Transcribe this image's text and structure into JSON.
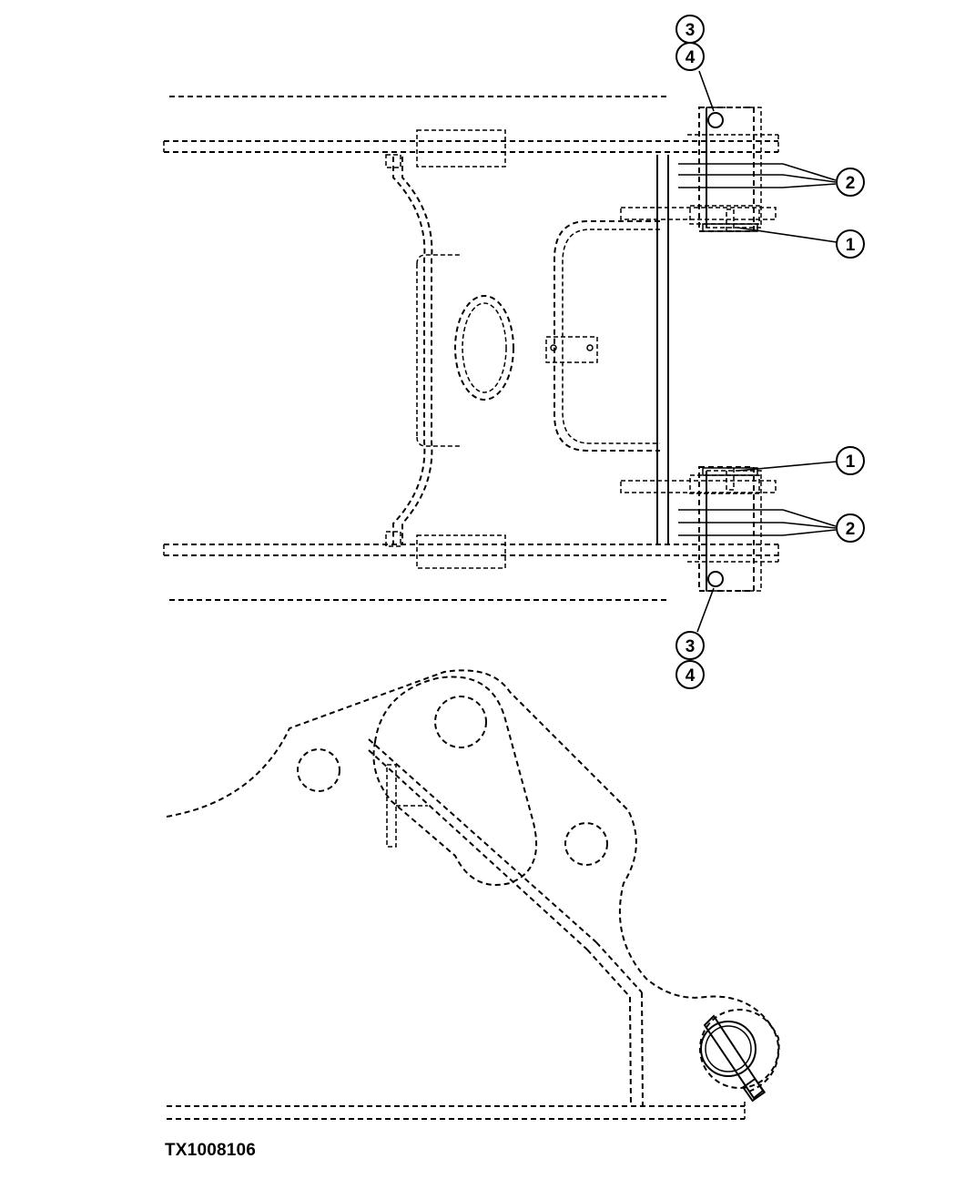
{
  "figure_id": "TX1008106",
  "callouts": {
    "c1_top": "1",
    "c1_bottom": "1",
    "c2_top": "2",
    "c2_bottom": "2",
    "c3_top": "3",
    "c4_top": "4",
    "c3_bottom": "3",
    "c4_bottom": "4"
  }
}
